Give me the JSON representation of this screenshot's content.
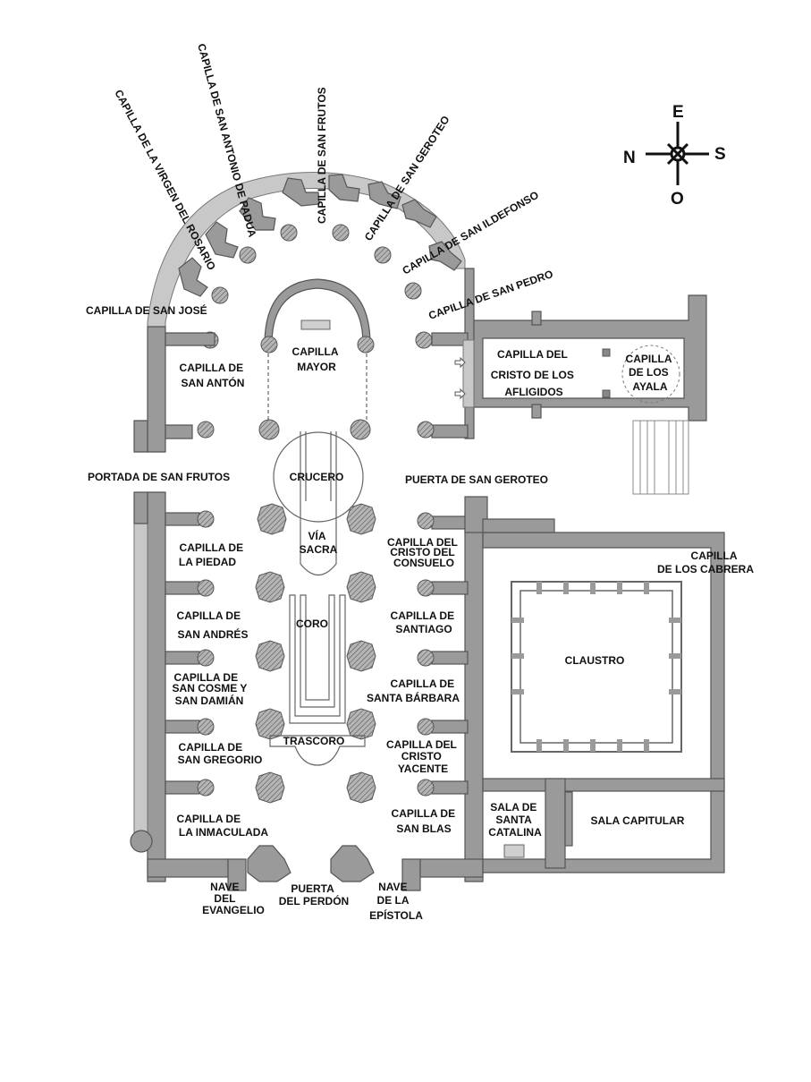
{
  "compass": {
    "east": "E",
    "north": "N",
    "south": "S",
    "west": "O"
  },
  "colors": {
    "wall": "#9a9a9a",
    "wall_stroke": "#555555",
    "background": "#ffffff",
    "text": "#111111"
  },
  "labels": {
    "capilla_virgen_rosario": "CAPILLA DE LA VIRGEN DEL ROSARIO",
    "capilla_san_antonio_padua": "CAPILLA DE SAN ANTONIO DE PADUA",
    "capilla_san_frutos": "CAPILLA DE SAN FRUTOS",
    "capilla_san_geroteo": "CAPILLA DE SAN GEROTEO",
    "capilla_san_ildefonso": "CAPILLA DE SAN ILDEFONSO",
    "capilla_san_pedro": "CAPILLA DE SAN PEDRO",
    "capilla_san_jose": "CAPILLA DE SAN JOSÉ",
    "capilla_san_anton": [
      "CAPILLA DE",
      "SAN ANTÓN"
    ],
    "capilla_mayor": [
      "CAPILLA",
      "MAYOR"
    ],
    "capilla_cristo_afligidos": [
      "CAPILLA DEL",
      "CRISTO DE LOS",
      "AFLIGIDOS"
    ],
    "capilla_ayala": [
      "CAPILLA",
      "DE LOS",
      "AYALA"
    ],
    "portada_san_frutos": "PORTADA DE SAN FRUTOS",
    "crucero": "CRUCERO",
    "puerta_san_geroteo": "PUERTA DE SAN GEROTEO",
    "capilla_piedad": [
      "CAPILLA DE",
      "LA PIEDAD"
    ],
    "via_sacra": [
      "VÍA",
      "SACRA"
    ],
    "capilla_cristo_consuelo": [
      "CAPILLA DEL",
      "CRISTO DEL",
      "CONSUELO"
    ],
    "capilla_cabrera": [
      "CAPILLA",
      "DE LOS CABRERA"
    ],
    "capilla_san_andres": [
      "CAPILLA DE",
      "SAN ANDRÉS"
    ],
    "coro": "CORO",
    "capilla_santiago": [
      "CAPILLA DE",
      "SANTIAGO"
    ],
    "claustro": "CLAUSTRO",
    "capilla_san_cosme": [
      "CAPILLA DE",
      "SAN COSME Y",
      "SAN DAMIÁN"
    ],
    "capilla_santa_barbara": [
      "CAPILLA DE",
      "SANTA BÁRBARA"
    ],
    "trascoro": "TRASCORO",
    "capilla_san_gregorio": [
      "CAPILLA DE",
      "SAN GREGORIO"
    ],
    "capilla_cristo_yacente": [
      "CAPILLA DEL",
      "CRISTO",
      "YACENTE"
    ],
    "capilla_inmaculada": [
      "CAPILLA DE",
      "LA INMACULADA"
    ],
    "capilla_san_blas": [
      "CAPILLA DE",
      "SAN BLAS"
    ],
    "sala_santa_catalina": [
      "SALA DE",
      "SANTA",
      "CATALINA"
    ],
    "sala_capitular": "SALA CAPITULAR",
    "nave_evangelio": [
      "NAVE",
      "DEL",
      "EVANGELIO"
    ],
    "puerta_perdon": [
      "PUERTA",
      "DEL PERDÓN"
    ],
    "nave_epistola": [
      "NAVE",
      "DE LA",
      "EPÍSTOLA"
    ]
  }
}
